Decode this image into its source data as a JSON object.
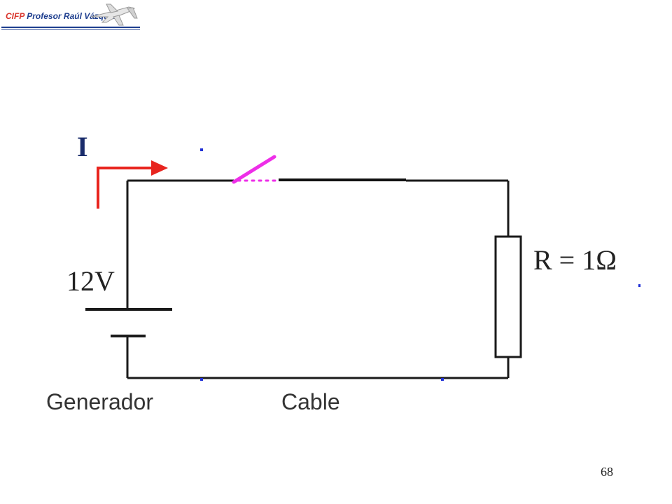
{
  "header": {
    "logo_prefix": "CIFP",
    "logo_name": "Profesor Raúl Vázquez"
  },
  "diagram": {
    "current_label": "I",
    "voltage_label": "12V",
    "resistance_label": "R = 1Ω",
    "generator_label": "Generador",
    "cable_label": "Cable"
  },
  "footer": {
    "page_number": "68"
  },
  "colors": {
    "wire": "#1a1a1a",
    "current_arrow": "#e8251f",
    "switch": "#ee2ee8",
    "marker_dots": "#1f2fd6",
    "logo_red": "#d9342b",
    "logo_blue": "#1f3f8f"
  }
}
